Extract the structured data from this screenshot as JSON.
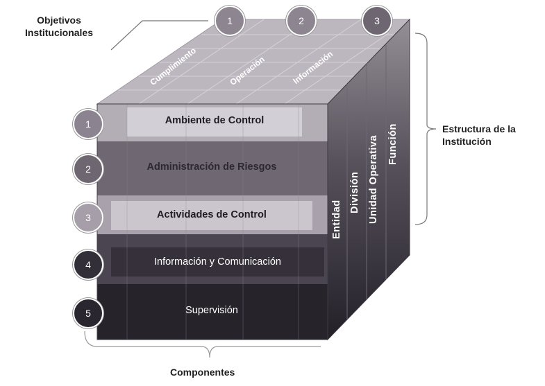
{
  "labels": {
    "objetivos_line1": "Objetivos",
    "objetivos_line2": "Institucionales",
    "estructura_line1": "Estructura de la",
    "estructura_line2": "Institución",
    "componentes": "Componentes"
  },
  "objetivos": [
    {
      "number": "1",
      "label": "Cumplimiento"
    },
    {
      "number": "2",
      "label": "Operación"
    },
    {
      "number": "3",
      "label": "Información"
    }
  ],
  "componentes": [
    {
      "number": "1",
      "label": "Ambiente de Control"
    },
    {
      "number": "2",
      "label": "Administración de Riesgos"
    },
    {
      "number": "3",
      "label": "Actividades de Control"
    },
    {
      "number": "4",
      "label": "Información y Comunicación"
    },
    {
      "number": "5",
      "label": "Supervisión"
    }
  ],
  "estructura": [
    {
      "label": "Entidad"
    },
    {
      "label": "División"
    },
    {
      "label": "Unidad Operativa"
    },
    {
      "label": "Función"
    }
  ],
  "colors": {
    "top": "#b9b4bc",
    "row1": "#b2adb5",
    "row2": "#6f6873",
    "row3": "#aaa3ad",
    "row4": "#48434f",
    "row5": "#26232c",
    "side_light": "#8a848d",
    "side_dark": "#2b2831",
    "circle_light": "#8c8590",
    "circle_mid": "#6e6772",
    "circle_dark": "#2f2b35"
  }
}
